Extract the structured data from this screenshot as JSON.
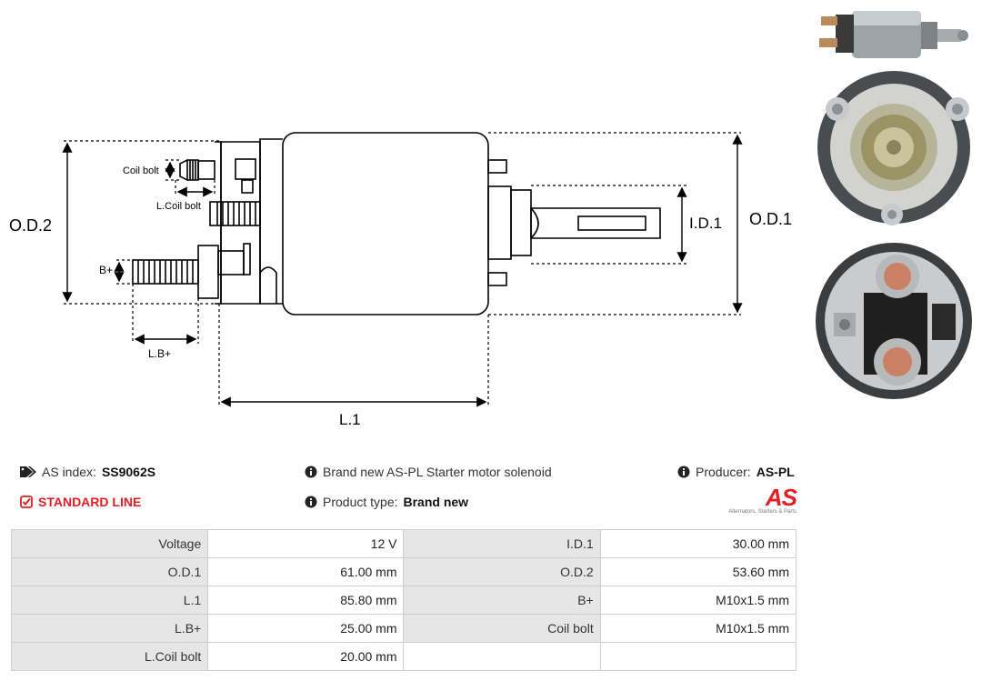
{
  "drawing": {
    "od2": "O.D.2",
    "od1": "O.D.1",
    "id1": "I.D.1",
    "l1": "L.1",
    "lbplus": "L.B+",
    "bplus": "B+",
    "coil_bolt": "Coil bolt",
    "lcoil_bolt": "L.Coil bolt"
  },
  "photos": [
    "solenoid-side-view",
    "solenoid-front-view",
    "solenoid-rear-terminals-view"
  ],
  "info": {
    "as_index_label": "AS index:",
    "as_index_value": "SS9062S",
    "standard_line": "STANDARD LINE",
    "description": "Brand new AS-PL Starter motor solenoid",
    "product_type_label": "Product type:",
    "product_type_value": "Brand new",
    "producer_label": "Producer:",
    "producer_value": "AS-PL"
  },
  "logo": {
    "mark": "AS",
    "tagline": "Alternators, Starters & Parts"
  },
  "specs": [
    [
      {
        "label": "Voltage",
        "value": "12 V"
      },
      {
        "label": "I.D.1",
        "value": "30.00 mm"
      }
    ],
    [
      {
        "label": "O.D.1",
        "value": "61.00 mm"
      },
      {
        "label": "O.D.2",
        "value": "53.60 mm"
      }
    ],
    [
      {
        "label": "L.1",
        "value": "85.80 mm"
      },
      {
        "label": "B+",
        "value": "M10x1.5 mm"
      }
    ],
    [
      {
        "label": "L.B+",
        "value": "25.00 mm"
      },
      {
        "label": "Coil bolt",
        "value": "M10x1.5 mm"
      }
    ],
    [
      {
        "label": "L.Coil bolt",
        "value": "20.00 mm"
      },
      {
        "label": "",
        "value": ""
      }
    ]
  ],
  "colors": {
    "accent": "#e31e24",
    "label_bg": "#e6e6e6",
    "border": "#cfcfcf"
  }
}
